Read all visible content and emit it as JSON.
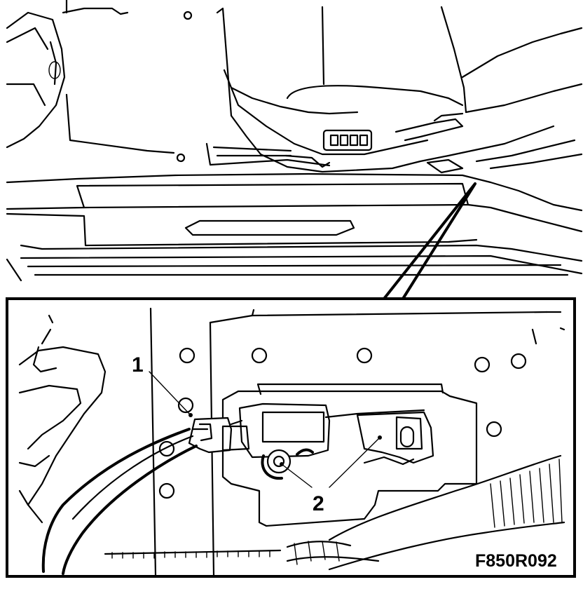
{
  "callouts": {
    "one": "1",
    "two": "2"
  },
  "figure_id": "F850R092",
  "colors": {
    "ink": "#000000",
    "paper": "#ffffff"
  }
}
